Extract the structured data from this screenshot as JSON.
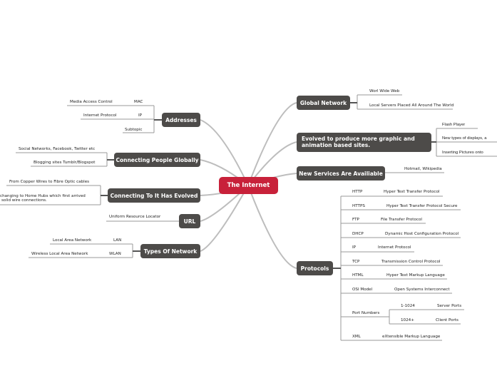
{
  "central": "The Internet",
  "left": {
    "addresses": {
      "label": "Addresses",
      "items": [
        {
          "desc": "Media Access Control",
          "abbr": "MAC"
        },
        {
          "desc": "Internet Protocol",
          "abbr": "IP"
        },
        {
          "desc": "Subtopic"
        }
      ]
    },
    "people": {
      "label": "Connecting People Globally",
      "items": [
        "Social Networks, Facebook, Twitter etc",
        "Blogging sites Tumblr/Blogspot"
      ]
    },
    "evolved": {
      "label": "Connecting To It Has Evolved",
      "items": [
        "From Copper Wires to Fibre Optic cables",
        "changing to Home Hubs which first arrived",
        "solid wire connections."
      ]
    },
    "url": {
      "label": "URL",
      "items": [
        "Uniform Resource Locator"
      ]
    },
    "types": {
      "label": "Types Of Network",
      "items": [
        {
          "desc": "Local Area Network",
          "abbr": "LAN"
        },
        {
          "desc": "Wireless Local Area Network",
          "abbr": "WLAN"
        }
      ]
    }
  },
  "right": {
    "global": {
      "label": "Global Network",
      "items": [
        "Worl Wide Web",
        "Local Servers Placed All Around The World"
      ]
    },
    "graphic": {
      "label_line1": "Evolved to produce more graphic and",
      "label_line2": "animation based sites.",
      "items": [
        "Flash Player",
        "New types of displays, a",
        "Inserting Pictures onto"
      ]
    },
    "services": {
      "label": "New Services Are Availiable",
      "items": [
        "Hotmail, Wikipedia"
      ]
    },
    "protocols": {
      "label": "Protocols",
      "items": [
        {
          "abbr": "HTTP",
          "desc": "Hyper Text Transfer Protocol"
        },
        {
          "abbr": "HTTPS",
          "desc": "Hyper Text Transfer Protocol Secure"
        },
        {
          "abbr": "FTP",
          "desc": "File Transfer Protocol"
        },
        {
          "abbr": "DHCP",
          "desc": "Dynamic Host Configuration Protocol"
        },
        {
          "abbr": "IP",
          "desc": "Internet Protocol"
        },
        {
          "abbr": "TCP",
          "desc": "Transmission Control Protocol"
        },
        {
          "abbr": "HTML",
          "desc": "Hyper Text Markup Language"
        },
        {
          "abbr": "OSI Model",
          "desc": "Open Systems Interconnect"
        },
        {
          "abbr": "Port Numbers",
          "ports": [
            {
              "range": "1-1024",
              "desc": "Server Ports"
            },
            {
              "range": "1024+",
              "desc": "Client Ports"
            }
          ]
        },
        {
          "abbr": "XML",
          "desc": "eXtensible Markup Language"
        }
      ]
    }
  }
}
